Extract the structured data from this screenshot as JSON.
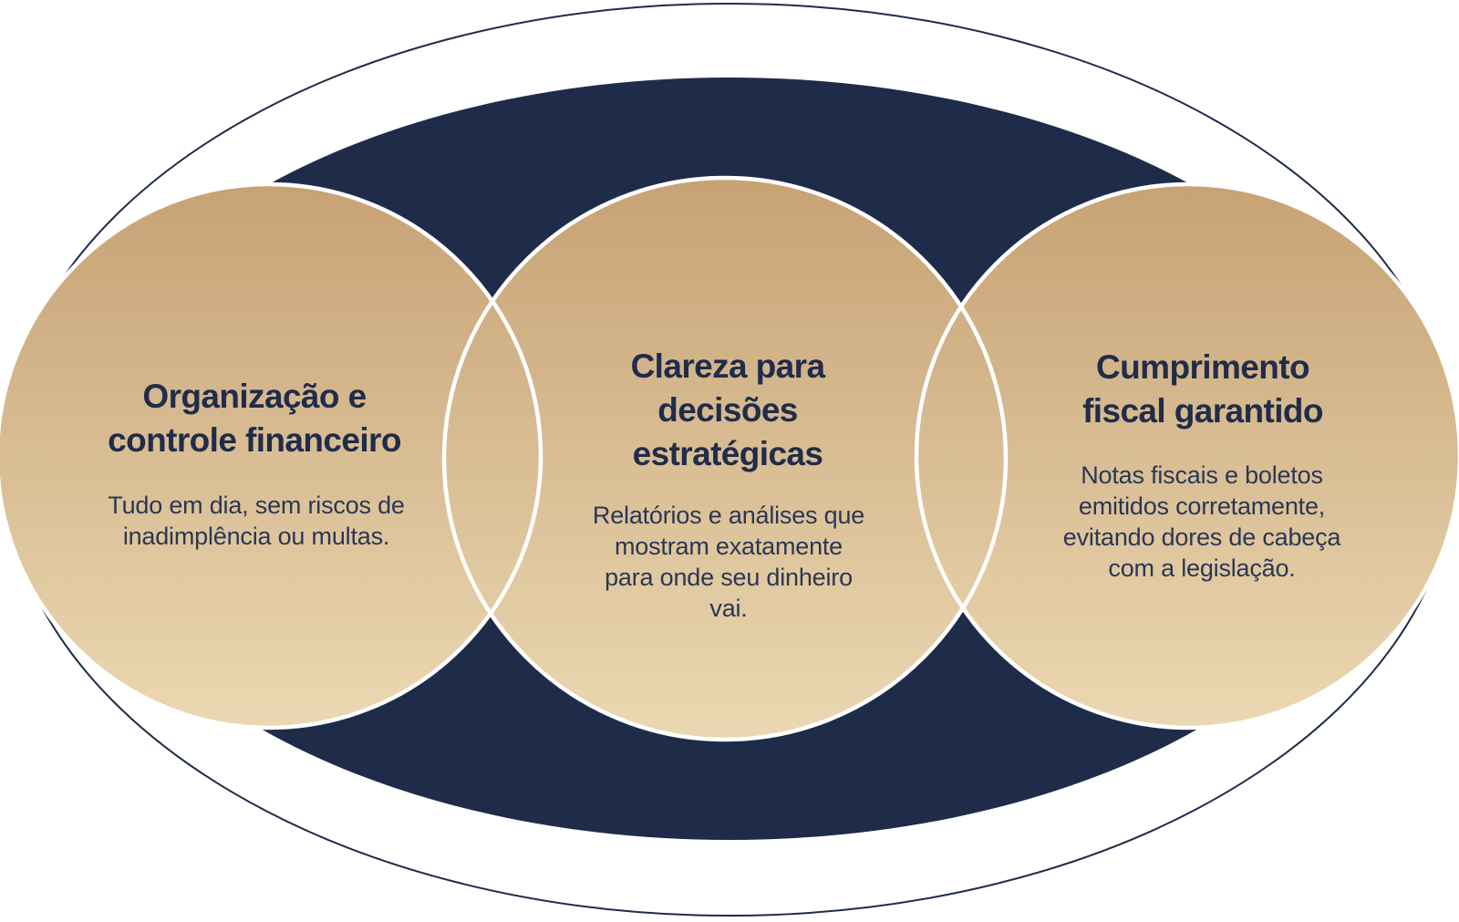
{
  "colors": {
    "ellipse_navy": "#1e2c49",
    "ring_outline": "#1e2c49",
    "circle_stroke": "#ffffff",
    "circle_grad_top": "#c7a275",
    "circle_grad_bottom": "#ebd8b2",
    "text_title": "#202c4a",
    "text_body": "#2a3754",
    "page_bg": "#ffffff"
  },
  "diagram": {
    "type": "three-circle-overlap",
    "circles": [
      {
        "id": "left",
        "title": "Organização e\ncontrole financeiro",
        "subtitle": "Tudo em dia, sem riscos de\ninadimplência ou multas."
      },
      {
        "id": "center",
        "title": "Clareza para\ndecisões\nestratégicas",
        "subtitle": "Relatórios e análises que\nmostram exatamente\npara onde seu dinheiro\nvai."
      },
      {
        "id": "right",
        "title": "Cumprimento\nfiscal garantido",
        "subtitle": "Notas fiscais e boletos\nemitidos corretamente,\nevitando dores de cabeça\ncom a legislação."
      }
    ]
  }
}
